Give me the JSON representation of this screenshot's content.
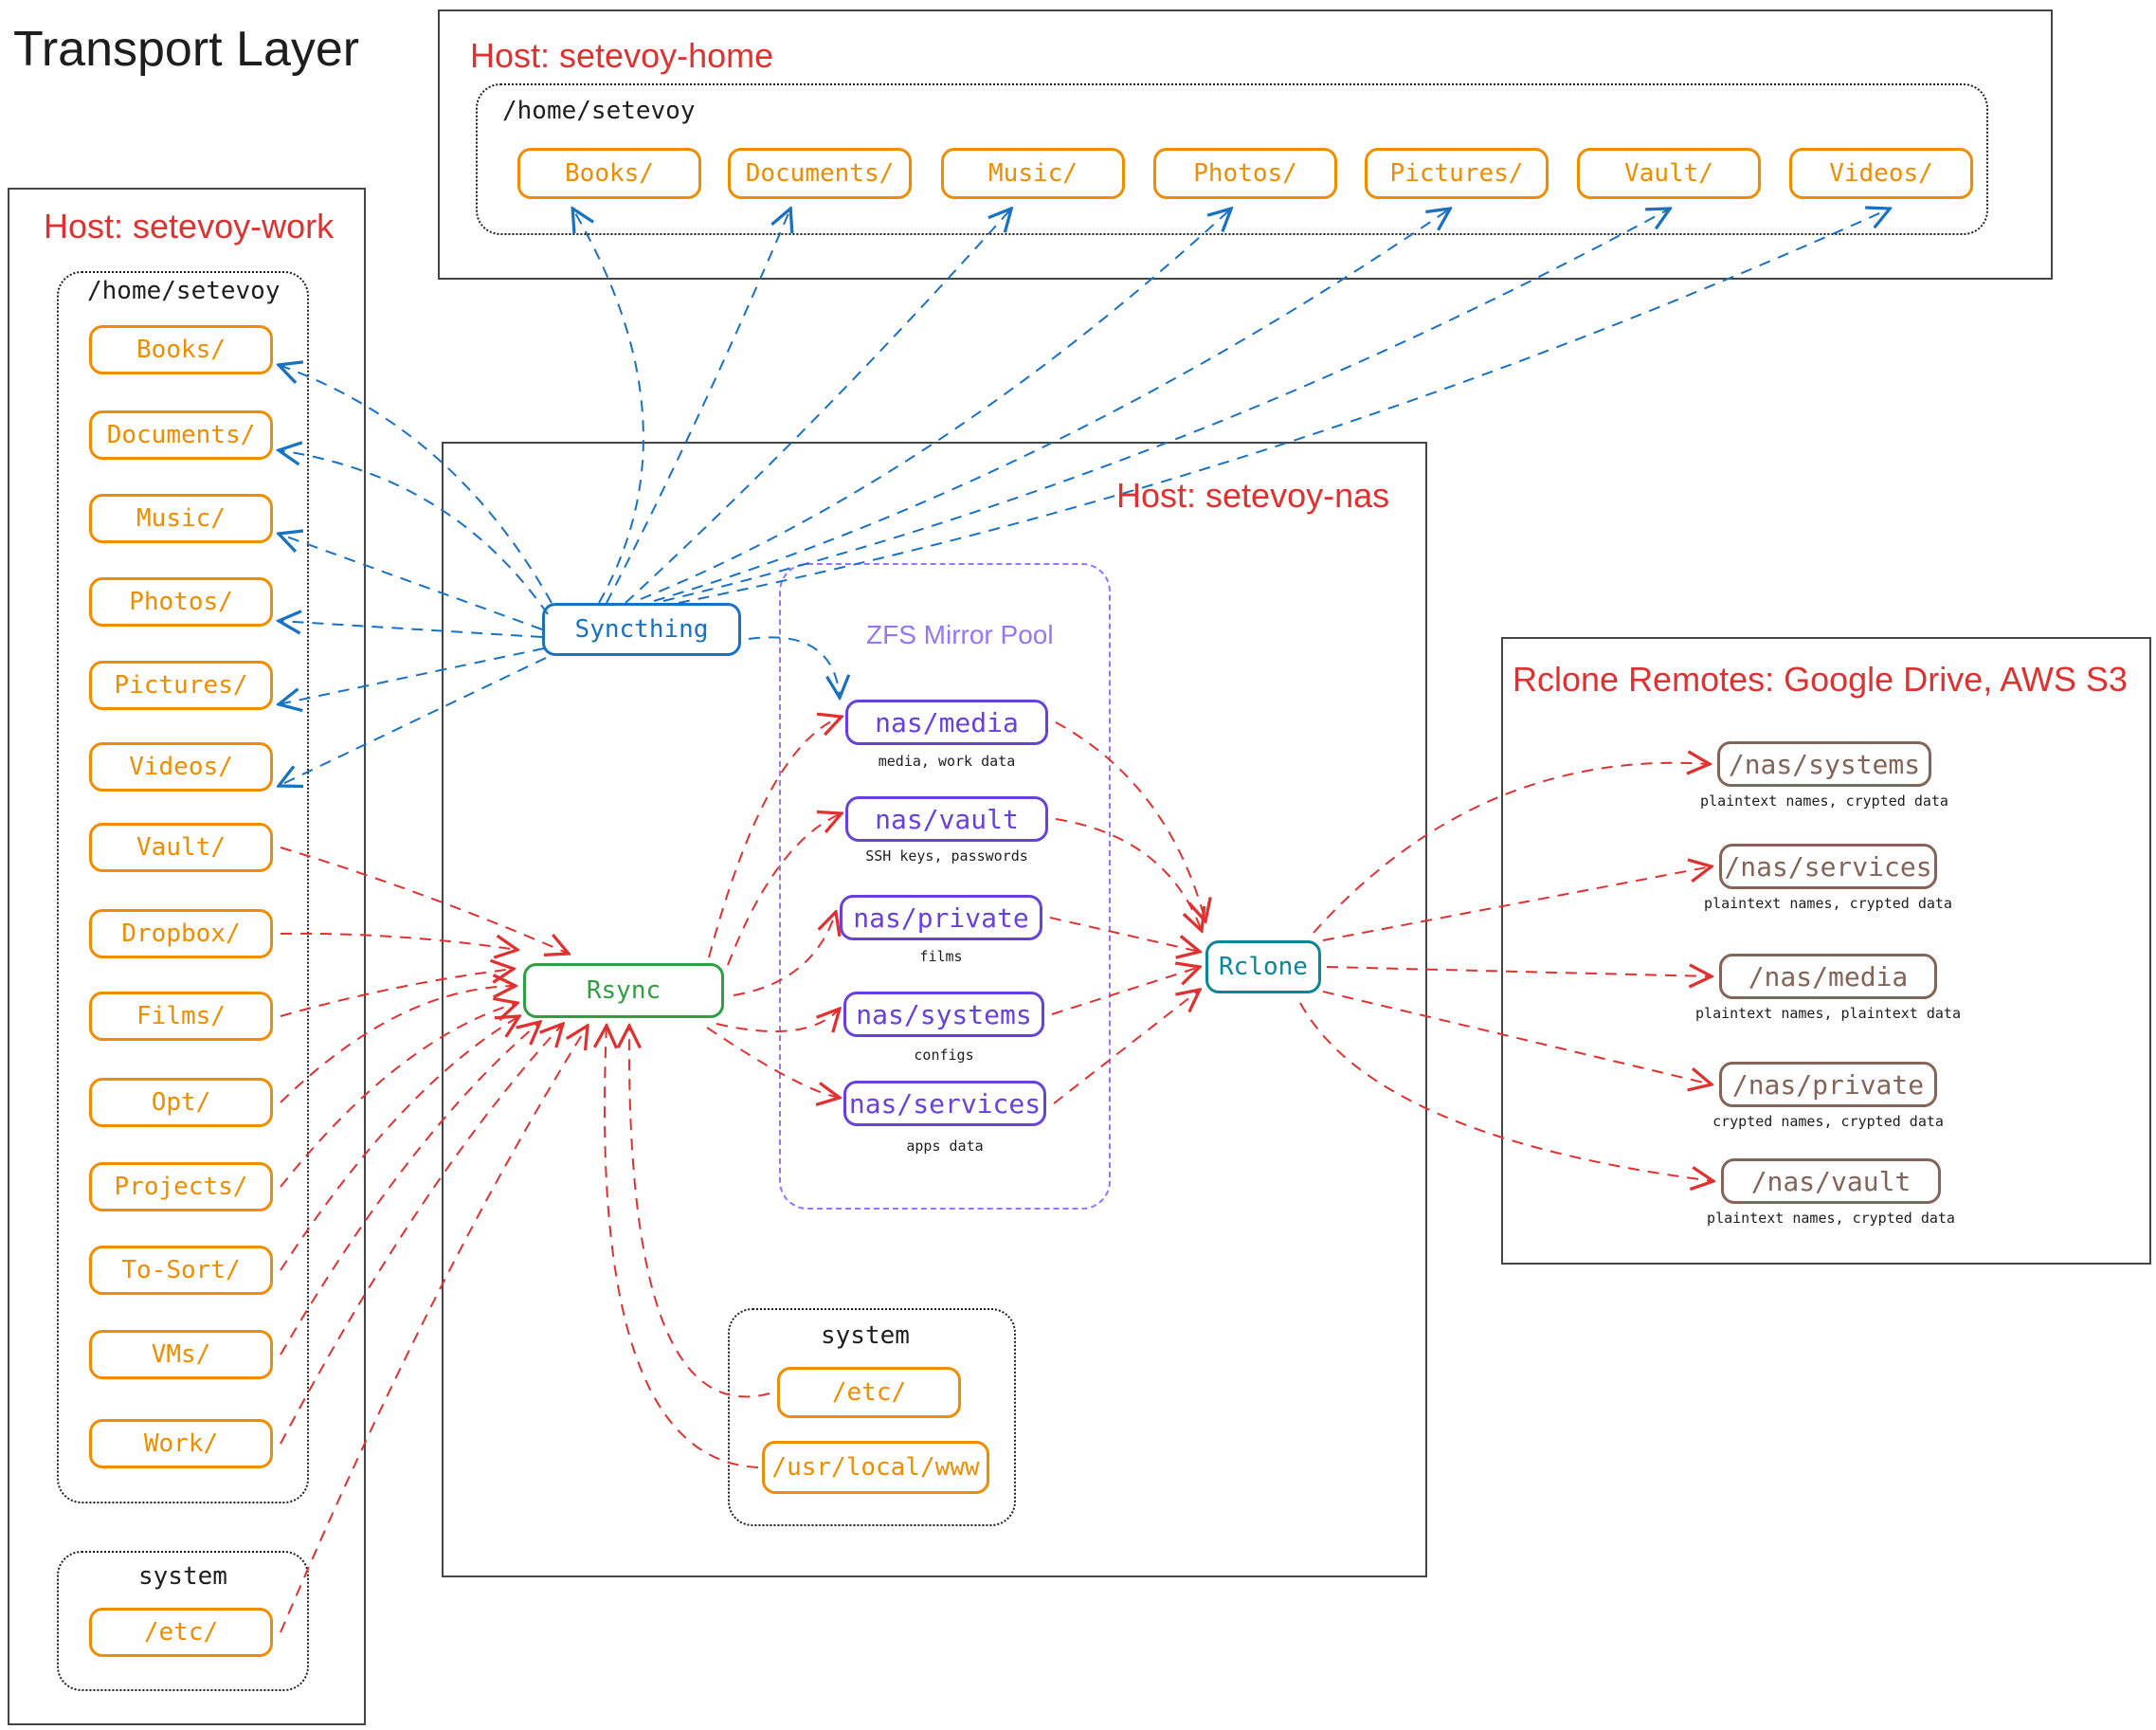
{
  "page_title": "Transport Layer",
  "colors": {
    "host_title": "#e03131",
    "folder": "#f08c00",
    "dataset": "#6741d9",
    "remote": "#846358",
    "syncthing": "#1971c2",
    "rsync": "#2f9e44",
    "rclone": "#0c8599",
    "zfs_pool": "#9775fa",
    "syncthing_link": "#1971c2",
    "rsync_link": "#e03131"
  },
  "home_host": {
    "title": "Host: setevoy-home",
    "group_label": "/home/setevoy",
    "folders": [
      "Books/",
      "Documents/",
      "Music/",
      "Photos/",
      "Pictures/",
      "Vault/",
      "Videos/"
    ]
  },
  "work_host": {
    "title": "Host: setevoy-work",
    "group_label": "/home/setevoy",
    "folders": [
      "Books/",
      "Documents/",
      "Music/",
      "Photos/",
      "Pictures/",
      "Videos/",
      "Vault/",
      "Dropbox/",
      "Films/",
      "Opt/",
      "Projects/",
      "To-Sort/",
      "VMs/",
      "Work/"
    ],
    "system_label": "system",
    "system_folders": [
      "/etc/"
    ]
  },
  "nas_host": {
    "title": "Host: setevoy-nas",
    "syncthing": "Syncthing",
    "rsync": "Rsync",
    "rclone": "Rclone",
    "zfs_label": "ZFS Mirror Pool",
    "datasets": [
      {
        "name": "nas/media",
        "caption": "media, work data"
      },
      {
        "name": "nas/vault",
        "caption": "SSH keys, passwords"
      },
      {
        "name": "nas/private",
        "caption": "films"
      },
      {
        "name": "nas/systems",
        "caption": "configs"
      },
      {
        "name": "nas/services",
        "caption": "apps data"
      }
    ],
    "system_label": "system",
    "system_folders": [
      "/etc/",
      "/usr/local/www"
    ]
  },
  "remotes": {
    "title": "Rclone Remotes: Google Drive, AWS S3",
    "items": [
      {
        "name": "/nas/systems",
        "caption": "plaintext names, crypted data"
      },
      {
        "name": "/nas/services",
        "caption": "plaintext names, crypted data"
      },
      {
        "name": "/nas/media",
        "caption": "plaintext names, plaintext data"
      },
      {
        "name": "/nas/private",
        "caption": "crypted names, crypted data"
      },
      {
        "name": "/nas/vault",
        "caption": "plaintext names, crypted data"
      }
    ]
  },
  "links": {
    "syncthing_to_work": [
      "Books/",
      "Documents/",
      "Music/",
      "Photos/",
      "Pictures/",
      "Videos/"
    ],
    "syncthing_to_home": [
      "Books/",
      "Documents/",
      "Music/",
      "Photos/",
      "Pictures/",
      "Vault/",
      "Videos/"
    ],
    "syncthing_to_nas": [
      "nas/media"
    ],
    "work_to_rsync": [
      "Vault/",
      "Dropbox/",
      "Films/",
      "Opt/",
      "Projects/",
      "To-Sort/",
      "VMs/",
      "Work/",
      "/etc/"
    ],
    "nas_system_to_rsync": [
      "/etc/",
      "/usr/local/www"
    ],
    "rsync_to_datasets": [
      "nas/media",
      "nas/vault",
      "nas/private",
      "nas/systems",
      "nas/services"
    ],
    "datasets_to_rclone": [
      "nas/media",
      "nas/vault",
      "nas/private",
      "nas/systems",
      "nas/services"
    ],
    "rclone_to_remotes": [
      "/nas/systems",
      "/nas/services",
      "/nas/media",
      "/nas/private",
      "/nas/vault"
    ]
  }
}
